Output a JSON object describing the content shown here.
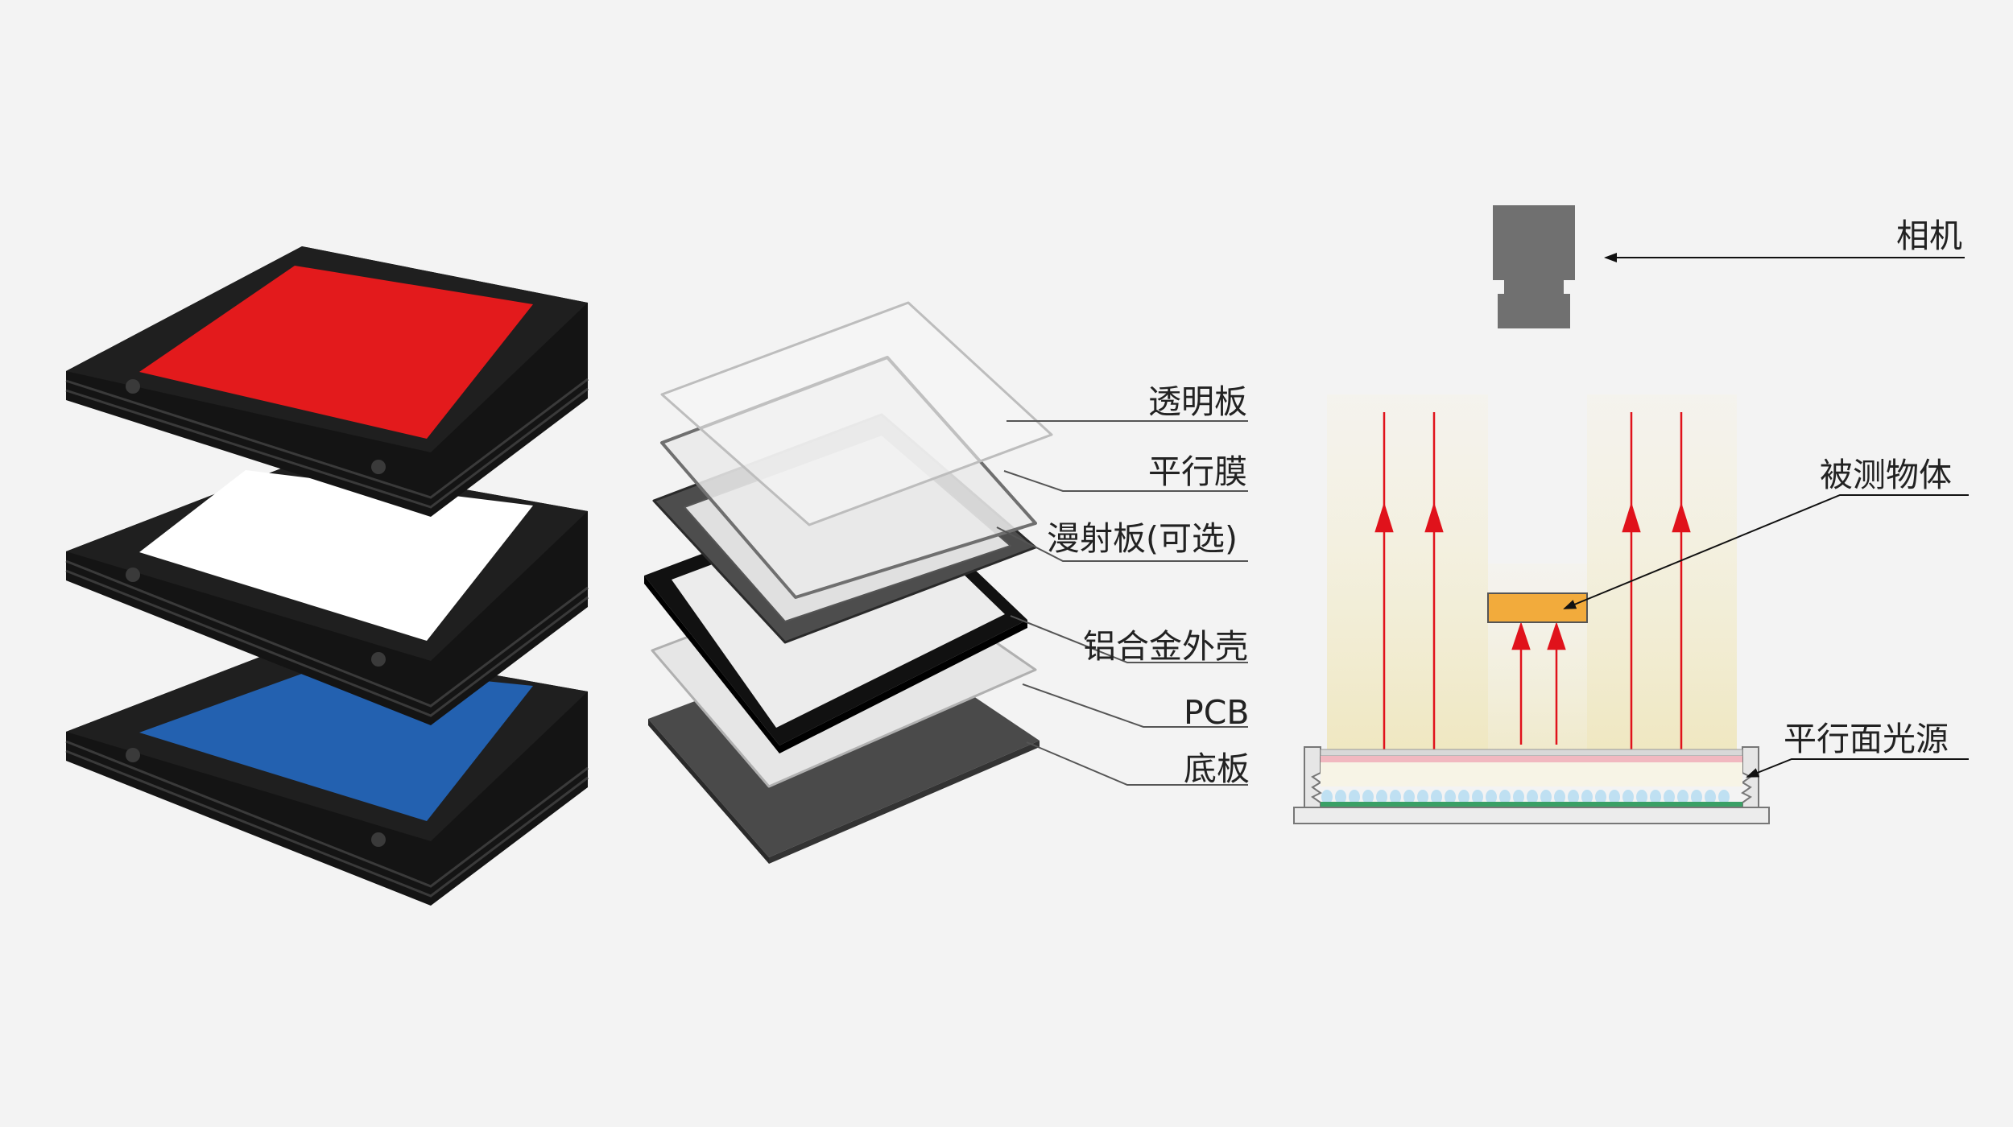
{
  "colors": {
    "background": "#f3f3f3",
    "panel_frame": "#1c1c1c",
    "panel_red": "#e31a1c",
    "panel_white": "#ffffff",
    "panel_blue": "#2361b0",
    "camera": "#707070",
    "object": "#f2ab3c",
    "beam_glow": "#f2ecc9",
    "ray": "#e0121b",
    "leader_line": "#555555"
  },
  "panels": [
    {
      "name": "red-light-panel",
      "color": "red"
    },
    {
      "name": "white-light-panel",
      "color": "white"
    },
    {
      "name": "blue-light-panel",
      "color": "blue"
    }
  ],
  "exploded_layers": [
    {
      "key": "transparent_plate",
      "label": "透明板"
    },
    {
      "key": "parallel_film",
      "label": "平行膜"
    },
    {
      "key": "diffuser",
      "label": "漫射板(可选)"
    },
    {
      "key": "aluminum_housing",
      "label": "铝合金外壳"
    },
    {
      "key": "pcb",
      "label": "PCB"
    },
    {
      "key": "base_plate",
      "label": "底板"
    }
  ],
  "principle_diagram": {
    "camera_label": "相机",
    "object_label": "被测物体",
    "light_source_label": "平行面光源"
  }
}
